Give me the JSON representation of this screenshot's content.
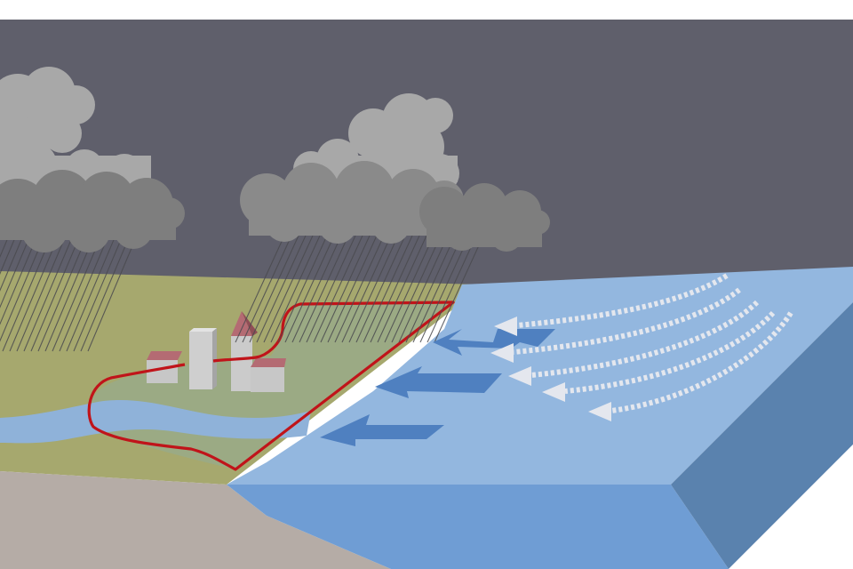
{
  "diagram": {
    "title": "",
    "labels": [],
    "elements": [
      "storm-clouds",
      "rainfall",
      "coastal-town",
      "flood-extent-outline",
      "river",
      "onshore-surge-arrows",
      "wind-arrows",
      "sea-block"
    ]
  },
  "colors": {
    "sky": "#5f5f6b",
    "land": "#a6a86e",
    "land_dark": "#9da068",
    "ground_section": "#b5aca6",
    "sea_top": "#93b7df",
    "sea_front": "#6f9dd4",
    "sea_side": "#5a82ae",
    "river": "#8fb2d9",
    "flood_line": "#c0141a",
    "surge_arrow": "#4f80c0",
    "wind_arrow": "#e4e7ee",
    "cloud_light": "#a8a8a8",
    "cloud_dark": "#7e7e7e",
    "rain": "#4b4b4f"
  }
}
